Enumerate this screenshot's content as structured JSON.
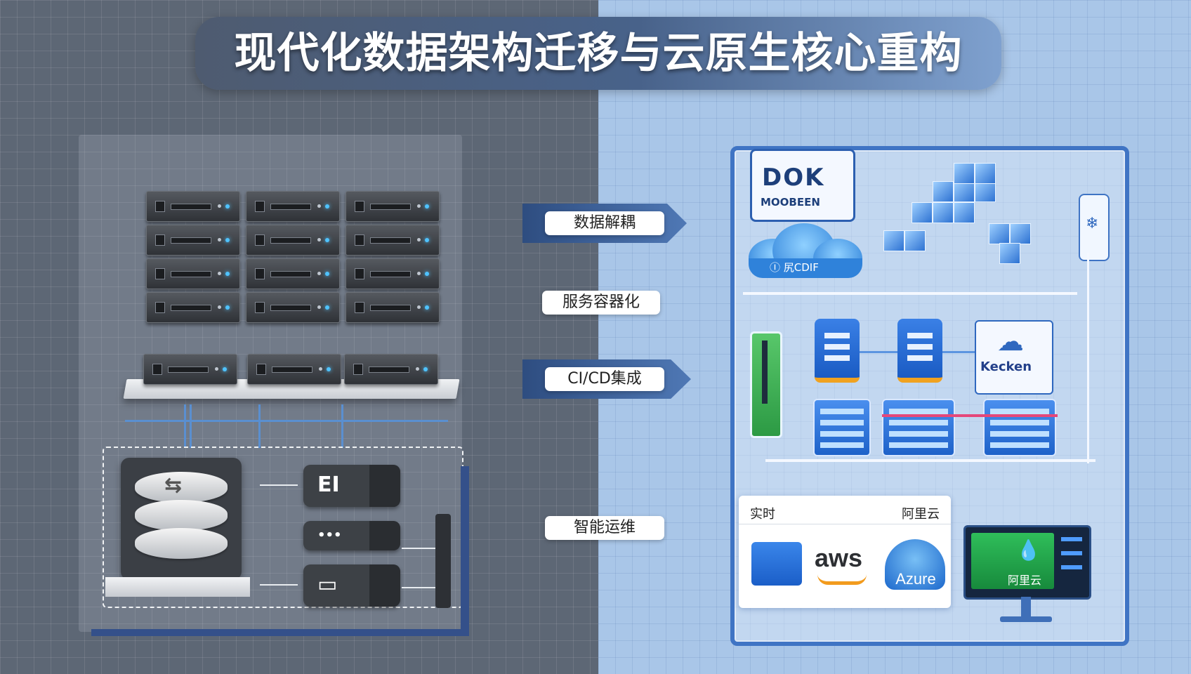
{
  "title": "现代化数据架构迁移与云原生核心重构",
  "steps": [
    {
      "label": "数据解耦"
    },
    {
      "label": "服务容器化"
    },
    {
      "label": "CI/CD集成"
    },
    {
      "label": "智能运维"
    }
  ],
  "legacy": {
    "db_glyph": "⇆",
    "modules": [
      "EI",
      "•••",
      "▭"
    ]
  },
  "cloud_native": {
    "docker_logo": "DOK",
    "docker_subtext": "MOOBEEN",
    "cloud_label": "Ⓘ 尻CDIF",
    "kecken_label": "Kecken",
    "providers": {
      "header_left": "实时",
      "header_right": "阿里云",
      "aws": "aws",
      "azure": "Azure"
    },
    "aliyun_screen_label": "阿里云"
  },
  "colors": {
    "legacy_bg": "#5d6775",
    "cloud_bg": "#a9c6e8",
    "accent_blue": "#3f74c4",
    "aws_orange": "#f29b1d"
  }
}
